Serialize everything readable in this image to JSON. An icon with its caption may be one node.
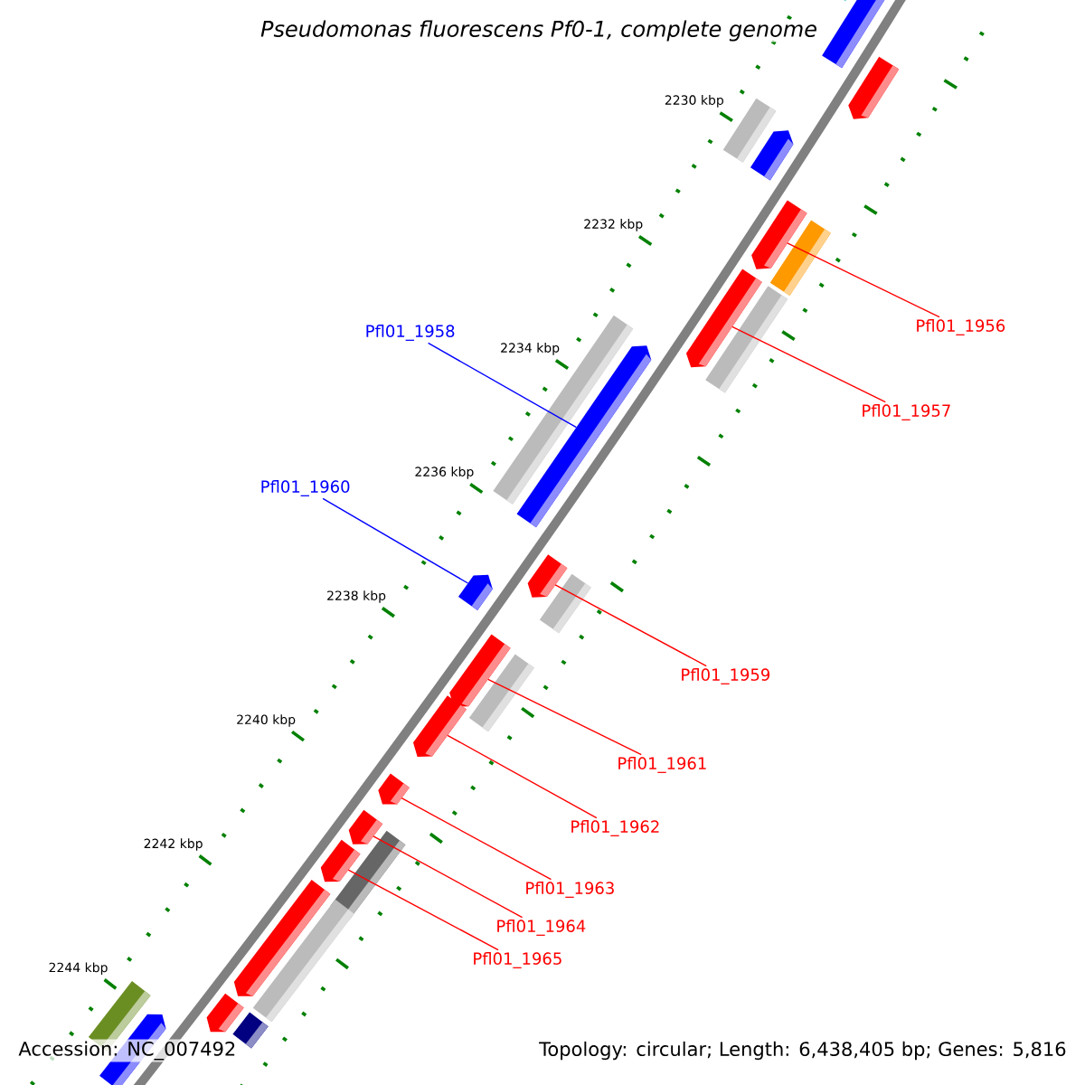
{
  "diagram": {
    "title": "Pseudomonas fluorescens Pf0-1, complete genome",
    "nodes": [
      {
        "text": [],
        "shape": "bar"
      },
      {
        "text": [],
        "shape": "pentagon"
      },
      {
        "text": [],
        "shape": "pentagon"
      },
      {
        "text": [],
        "shape": "bar"
      },
      {
        "text": [],
        "shape": "pentagon"
      },
      {
        "text": [],
        "shape": "pentagon"
      },
      {
        "text": [],
        "shape": "bar"
      },
      {
        "text": [],
        "shape": "pentagon"
      },
      {
        "text": [],
        "shape": "bar"
      },
      {
        "text": [],
        "shape": "bar"
      },
      {
        "text": [],
        "shape": "pentagon"
      },
      {
        "text": [],
        "shape": "pentagon"
      },
      {
        "text": [],
        "shape": "bar"
      },
      {
        "text": [],
        "shape": "pentagon"
      },
      {
        "text": [],
        "shape": "pentagon"
      },
      {
        "text": [],
        "shape": "bar"
      },
      {
        "text": [],
        "shape": "pentagon"
      },
      {
        "text": [],
        "shape": "pentagon"
      },
      {
        "text": [],
        "shape": "pentagon"
      },
      {
        "text": [],
        "shape": "bar"
      },
      {
        "text": [],
        "shape": "pentagon"
      },
      {
        "text": [],
        "shape": "pentagon"
      },
      {
        "text": [],
        "shape": "bar"
      },
      {
        "text": [],
        "shape": "pentagon"
      },
      {
        "text": [],
        "shape": "bar"
      },
      {
        "text": [],
        "shape": "bar"
      },
      {
        "text": [],
        "shape": "pentagon"
      },
      {
        "text": [
          "Pfl01_1956"
        ]
      },
      {
        "text": [
          "Pfl01_1958"
        ]
      },
      {
        "text": [
          "Pfl01_1957"
        ]
      },
      {
        "text": [
          "Pfl01_1960"
        ]
      },
      {
        "text": [
          "Pfl01_1959"
        ]
      },
      {
        "text": [
          "Pfl01_1961"
        ]
      },
      {
        "text": [
          "Pfl01_1962"
        ]
      },
      {
        "text": [
          "Pfl01_1963"
        ]
      },
      {
        "text": [
          "Pfl01_1964"
        ]
      },
      {
        "text": [
          "Pfl01_1965"
        ]
      }
    ],
    "edges": [
      {
        "from": 27,
        "to": 5,
        "arrow": "none"
      },
      {
        "from": 28,
        "to": 10,
        "arrow": "none",
        "color": "#0000ff"
      },
      {
        "from": 29,
        "to": 7,
        "arrow": "none"
      },
      {
        "from": 30,
        "to": 13,
        "arrow": "none",
        "color": "#0000ff"
      },
      {
        "from": 31,
        "to": 11,
        "arrow": "none"
      },
      {
        "from": 32,
        "to": 14,
        "arrow": "none"
      },
      {
        "from": 33,
        "to": 16,
        "arrow": "none"
      },
      {
        "from": 34,
        "to": 17,
        "arrow": "none"
      },
      {
        "from": 35,
        "to": 18,
        "arrow": "none"
      },
      {
        "from": 36,
        "to": 20,
        "arrow": "none"
      }
    ],
    "labels": [
      "2230 kbp",
      "2232 kbp",
      "2234 kbp",
      "2236 kbp",
      "2238 kbp",
      "2240 kbp",
      "2242 kbp",
      "2244 kbp",
      "Accession: NC_007492",
      "Topology: circular; Length: 6,438,405 bp; Genes: 5,816"
    ]
  }
}
